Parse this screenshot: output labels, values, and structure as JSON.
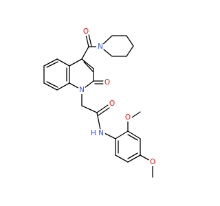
{
  "molecule": {
    "atoms": {
      "o_ketone": {
        "text": "O"
      },
      "n_piperidine": {
        "text": "N"
      },
      "o_lactam": {
        "text": "O"
      },
      "n_quinolone": {
        "text": "N"
      },
      "o_amide": {
        "text": "O"
      },
      "nh_amide": {
        "text": "N"
      },
      "h_amide": {
        "text": "H"
      },
      "o_methoxy_top": {
        "text": "O"
      },
      "o_methoxy_bottom": {
        "text": "O"
      }
    },
    "colors": {
      "oxygen": "#ff0d0d",
      "nitrogen": "#3050f8",
      "carbon_bond": "#000000"
    }
  }
}
